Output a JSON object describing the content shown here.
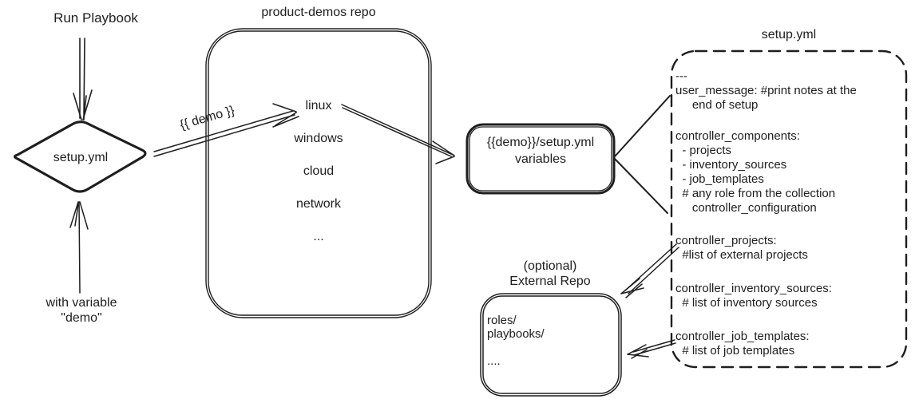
{
  "palette": {
    "ink": "#1e1e1e",
    "background": "#ffffff"
  },
  "flow": {
    "run_playbook_label": "Run Playbook",
    "start_node": "setup.yml",
    "variable_note_line1": "with variable",
    "variable_note_line2": "\"demo\"",
    "demo_edge_label": "{{ demo }}"
  },
  "repo": {
    "title": "product-demos repo",
    "items": [
      "linux",
      "windows",
      "cloud",
      "network",
      "..."
    ]
  },
  "variables_box": {
    "line1": "{{demo}}/setup.yml",
    "line2": "variables"
  },
  "setup_yml": {
    "title": "setup.yml",
    "blocks": [
      "---\nuser_message: #print notes at the\n     end of setup",
      "controller_components:\n  - projects\n  - inventory_sources\n  - job_templates\n  # any role from the collection\n     controller_configuration",
      "controller_projects:\n  #list of external projects",
      "controller_inventory_sources:\n  # list of inventory sources",
      "controller_job_templates:\n  # list of job templates"
    ]
  },
  "external_repo": {
    "note": "(optional)",
    "title": "External Repo",
    "contents": "roles/\nplaybooks/\n\n...."
  }
}
